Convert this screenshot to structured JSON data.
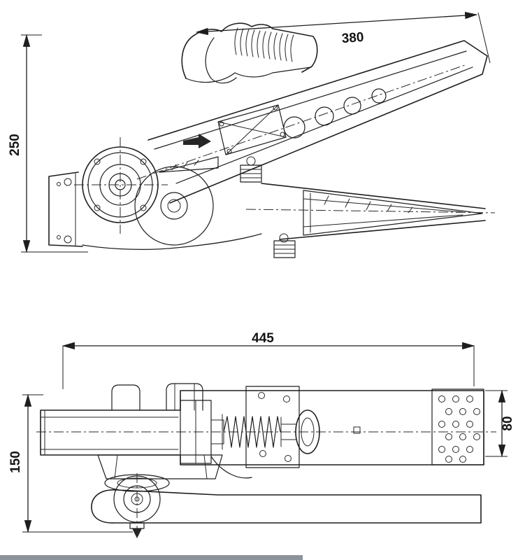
{
  "drawing": {
    "dims": {
      "d380": "380",
      "d250": "250",
      "d445": "445",
      "d150": "150",
      "d80": "80"
    },
    "colors": {
      "line": "#1e1e1e",
      "background": "#ffffff",
      "strip": "#8d939a"
    }
  }
}
